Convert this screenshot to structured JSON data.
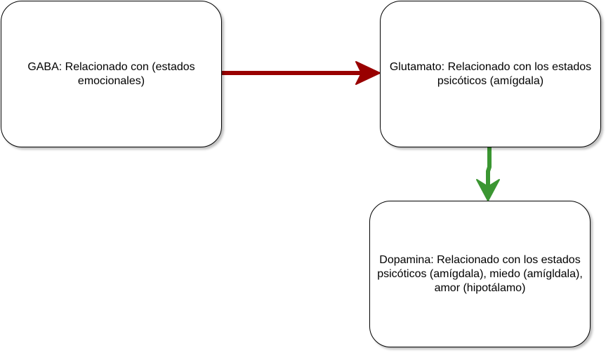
{
  "diagram": {
    "nodes": {
      "gaba": {
        "label": "GABA: Relacionado con (estados emocionales)"
      },
      "glutamato": {
        "label": "Glutamato: Relacionado con los estados psicóticos (amígdala)"
      },
      "dopamina": {
        "label": "Dopamina: Relacionado con los estados psicóticos (amígdala), miedo (amígldala), amor (hipotálamo)"
      }
    },
    "edges": [
      {
        "from": "gaba",
        "to": "glutamato",
        "color": "#990000"
      },
      {
        "from": "glutamato",
        "to": "dopamina",
        "color": "#3b9632"
      }
    ]
  }
}
